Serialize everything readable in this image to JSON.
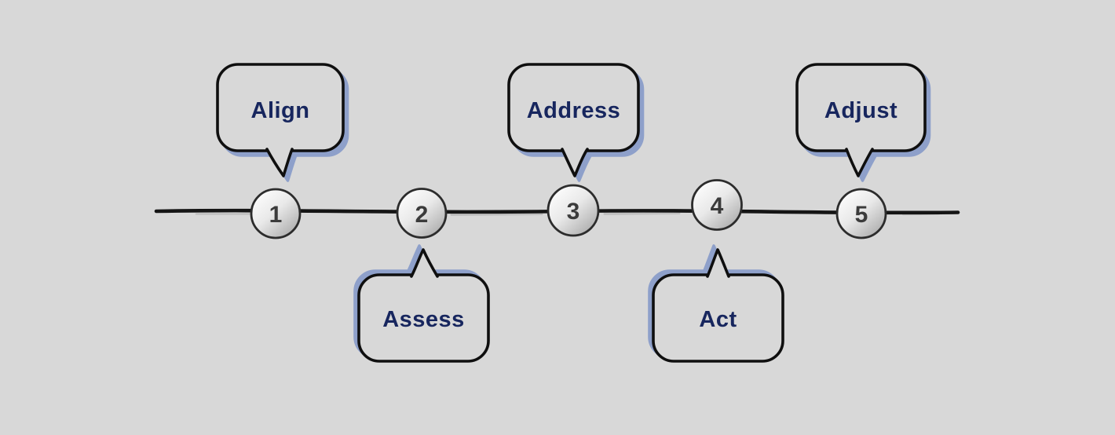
{
  "diagram": {
    "type": "timeline-process",
    "description": "Five-step process timeline with alternating speech bubbles",
    "steps": [
      {
        "number": "1",
        "label": "Align",
        "bubble_position": "above"
      },
      {
        "number": "2",
        "label": "Assess",
        "bubble_position": "below"
      },
      {
        "number": "3",
        "label": "Address",
        "bubble_position": "above"
      },
      {
        "number": "4",
        "label": "Act",
        "bubble_position": "below"
      },
      {
        "number": "5",
        "label": "Adjust",
        "bubble_position": "above"
      }
    ],
    "colors": {
      "background": "#d8d8d8",
      "bubble_fill": "#d8d8d8",
      "bubble_border": "#0f0f0f",
      "bubble_shadow": "#8ea0ca",
      "label_text": "#17265e",
      "timeline": "#151515",
      "node_border": "#2c2c2c",
      "node_number": "#3b3b3b"
    }
  }
}
